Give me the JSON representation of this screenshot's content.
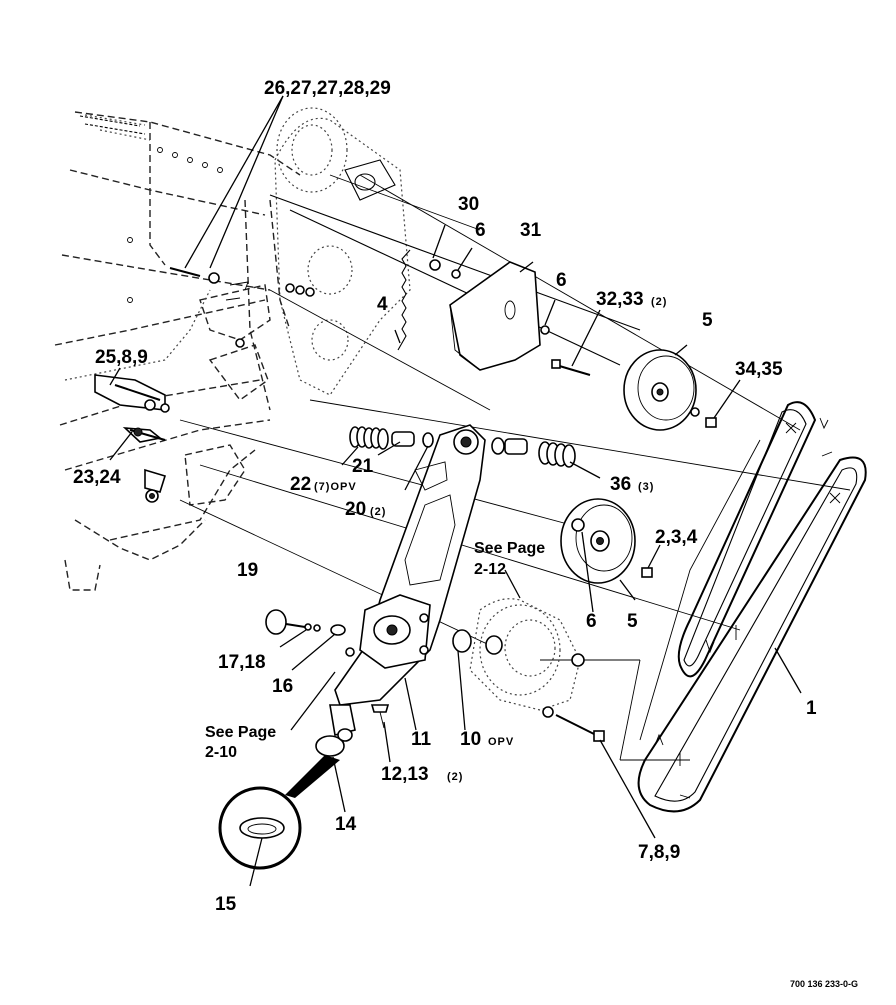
{
  "labels": {
    "l_26_29": "26,27,27,28,29",
    "l_30": "30",
    "l_6a": "6",
    "l_31": "31",
    "l_6b": "6",
    "l_32_33": "32,33",
    "l_32_33_sub": "(2)",
    "l_4": "4",
    "l_5a": "5",
    "l_34_35": "34,35",
    "l_25_8_9": "25,8,9",
    "l_22": "22",
    "l_22_sub": "(7)OPV",
    "l_21": "21",
    "l_20": "20",
    "l_20_sub": "(2)",
    "l_36": "36",
    "l_36_sub": "(3)",
    "l_23_24": "23,24",
    "l_2_3_4": "2,3,4",
    "l_19": "19",
    "l_6c": "6",
    "l_5b": "5",
    "l_17_18": "17,18",
    "l_16": "16",
    "l_1": "1",
    "l_11": "11",
    "l_10": "10",
    "l_10_sub": "OPV",
    "l_12_13": "12,13",
    "l_12_13_sub": "(2)",
    "l_14": "14",
    "l_15": "15",
    "l_7_8_9": "7,8,9"
  },
  "notes": {
    "see_page_upper_1": "See Page",
    "see_page_upper_2": "2-12",
    "see_page_lower_1": "See Page",
    "see_page_lower_2": "2-10"
  },
  "footer": {
    "drawing_code": "700 136 233-0-G"
  }
}
